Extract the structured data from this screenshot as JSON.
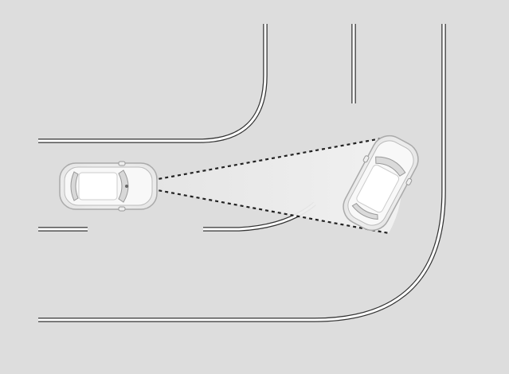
{
  "diagram": {
    "type": "driver-assist-illustration",
    "description_labels": [],
    "colors": {
      "background": "#dddddd",
      "road_line": "#ffffff",
      "road_line_edge": "#333333",
      "sensor_cone": "#eeeeee",
      "sensor_line": "#222222",
      "car_body": "#f7f7f7",
      "car_outline": "#999999"
    },
    "elements": {
      "ego_vehicle": "car-icon",
      "detected_vehicle": "car-icon",
      "detection_zone": "sensor-cone",
      "lane_markings": "road-lines"
    }
  }
}
